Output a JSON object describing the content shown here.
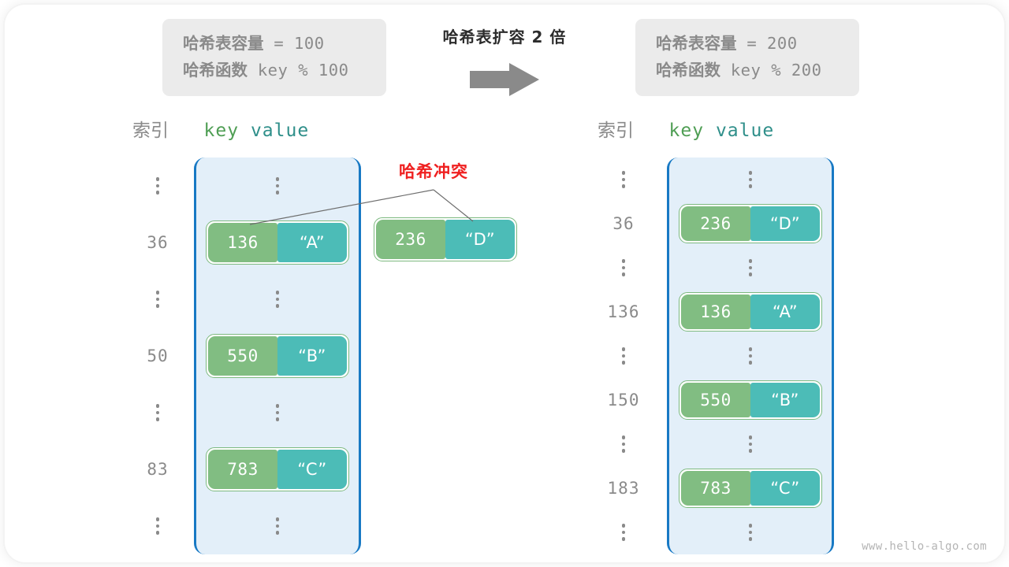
{
  "watermark": "www.hello-algo.com",
  "colors": {
    "key_cell": "#81bd82",
    "value_cell": "#4cbcb7",
    "bucket_border": "#1879c4",
    "bucket_fill": "#e3eff9",
    "collision_red": "#ef2020",
    "info_box_bg": "#ebebeb",
    "muted_text": "#8a8a8a",
    "arrow_gray": "#8a8a8a"
  },
  "left_panel": {
    "info": {
      "capacity_label": "哈希表容量",
      "capacity_value": " = 100",
      "hashfunc_label": "哈希函数",
      "hashfunc_value": " key % 100"
    },
    "headers": {
      "index": "索引",
      "key": "key",
      "value": "value"
    },
    "rows": [
      {
        "index": "⋮",
        "type": "dots"
      },
      {
        "index": "36",
        "type": "entry",
        "key": "136",
        "value": "“A”"
      },
      {
        "index": "⋮",
        "type": "dots"
      },
      {
        "index": "50",
        "type": "entry",
        "key": "550",
        "value": "“B”"
      },
      {
        "index": "⋮",
        "type": "dots"
      },
      {
        "index": "83",
        "type": "entry",
        "key": "783",
        "value": "“C”"
      },
      {
        "index": "⋮",
        "type": "dots"
      }
    ]
  },
  "transform": {
    "title": "哈希表扩容 2 倍",
    "arrow": "right-arrow-icon"
  },
  "right_panel": {
    "info": {
      "capacity_label": "哈希表容量",
      "capacity_value": " = 200",
      "hashfunc_label": "哈希函数",
      "hashfunc_value": " key % 200"
    },
    "headers": {
      "index": "索引",
      "key": "key",
      "value": "value"
    },
    "rows": [
      {
        "index": "⋮",
        "type": "dots"
      },
      {
        "index": "36",
        "type": "entry",
        "key": "236",
        "value": "“D”"
      },
      {
        "index": "⋮",
        "type": "dots"
      },
      {
        "index": "136",
        "type": "entry",
        "key": "136",
        "value": "“A”"
      },
      {
        "index": "⋮",
        "type": "dots"
      },
      {
        "index": "150",
        "type": "entry",
        "key": "550",
        "value": "“B”"
      },
      {
        "index": "⋮",
        "type": "dots"
      },
      {
        "index": "183",
        "type": "entry",
        "key": "783",
        "value": "“C”"
      },
      {
        "index": "⋮",
        "type": "dots"
      }
    ]
  },
  "collision": {
    "label": "哈希冲突",
    "key": "236",
    "value": "“D”"
  }
}
